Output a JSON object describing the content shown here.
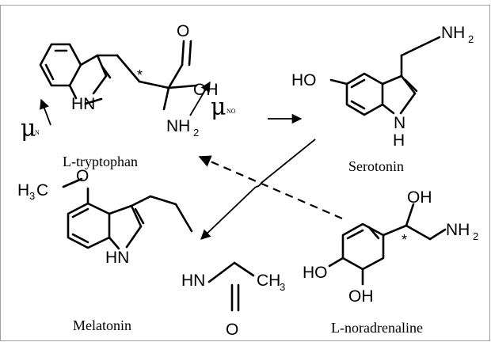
{
  "molecules": {
    "tryptophan": {
      "name": "L-tryptophan",
      "atoms": {
        "nh": "HN",
        "nh2": "NH",
        "nh2_sub": "2",
        "o": "O",
        "oh": "OH",
        "chiral": "*"
      },
      "dipoles": {
        "mu_n": "μ",
        "mu_n_sub": "N",
        "mu_no": "μ",
        "mu_no_sub": "NO"
      }
    },
    "serotonin": {
      "name": "Serotonin",
      "atoms": {
        "ho": "HO",
        "nh2": "NH",
        "nh2_sub": "2",
        "n": "N",
        "h": "H"
      }
    },
    "melatonin": {
      "name": "Melatonin",
      "atoms": {
        "h3c": "H",
        "h3c_sub": "3",
        "h3c_c": "C",
        "o_ether": "O",
        "hn_ring": "HN",
        "hn_amide": "HN",
        "o_amide": "O",
        "ch3": "CH",
        "ch3_sub": "3"
      }
    },
    "noradrenaline": {
      "name": "L-noradrenaline",
      "atoms": {
        "oh_top": "OH",
        "nh2": "NH",
        "nh2_sub": "2",
        "ho": "HO",
        "oh_bottom": "OH",
        "chiral": "*"
      }
    }
  },
  "colors": {
    "ink": "#000000",
    "frame": "#a0a0a0",
    "background": "#ffffff"
  }
}
